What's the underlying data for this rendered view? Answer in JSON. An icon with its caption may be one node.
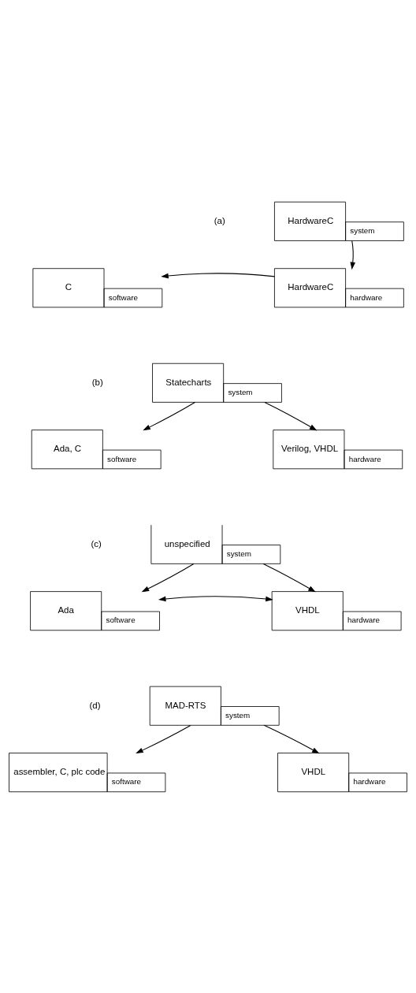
{
  "diagram": {
    "nodes": [
      {
        "text": [
          "HardwareC",
          "system"
        ]
      },
      {
        "text": [
          "C",
          "software"
        ]
      },
      {
        "text": [
          "HardwareC",
          "hardware"
        ]
      },
      {
        "text": [
          "Statecharts",
          "system"
        ]
      },
      {
        "text": [
          "Ada, C",
          "software"
        ]
      },
      {
        "text": [
          "Verilog, VHDL",
          "hardware"
        ]
      },
      {
        "text": [
          "unspecified",
          "system"
        ]
      },
      {
        "text": [
          "Ada",
          "software"
        ]
      },
      {
        "text": [
          "VHDL",
          "hardware"
        ]
      },
      {
        "text": [
          "MAD-RTS",
          "system"
        ]
      },
      {
        "text": [
          "assembler, C, plc code",
          "software"
        ]
      },
      {
        "text": [
          "VHDL",
          "hardware"
        ]
      }
    ],
    "edges": [
      {
        "from": 0,
        "to": 2,
        "arrow": "to"
      },
      {
        "from": 2,
        "to": 1,
        "arrow": "to"
      },
      {
        "from": 3,
        "to": 4,
        "arrow": "to"
      },
      {
        "from": 3,
        "to": 5,
        "arrow": "to"
      },
      {
        "from": 6,
        "to": 7,
        "arrow": "to"
      },
      {
        "from": 6,
        "to": 8,
        "arrow": "to"
      },
      {
        "from": 7,
        "to": 8,
        "arrow": "both"
      },
      {
        "from": 9,
        "to": 10,
        "arrow": "to"
      },
      {
        "from": 9,
        "to": 11,
        "arrow": "to"
      }
    ],
    "labels": [
      "(a)",
      "(b)",
      "(c)",
      "(d)"
    ]
  }
}
